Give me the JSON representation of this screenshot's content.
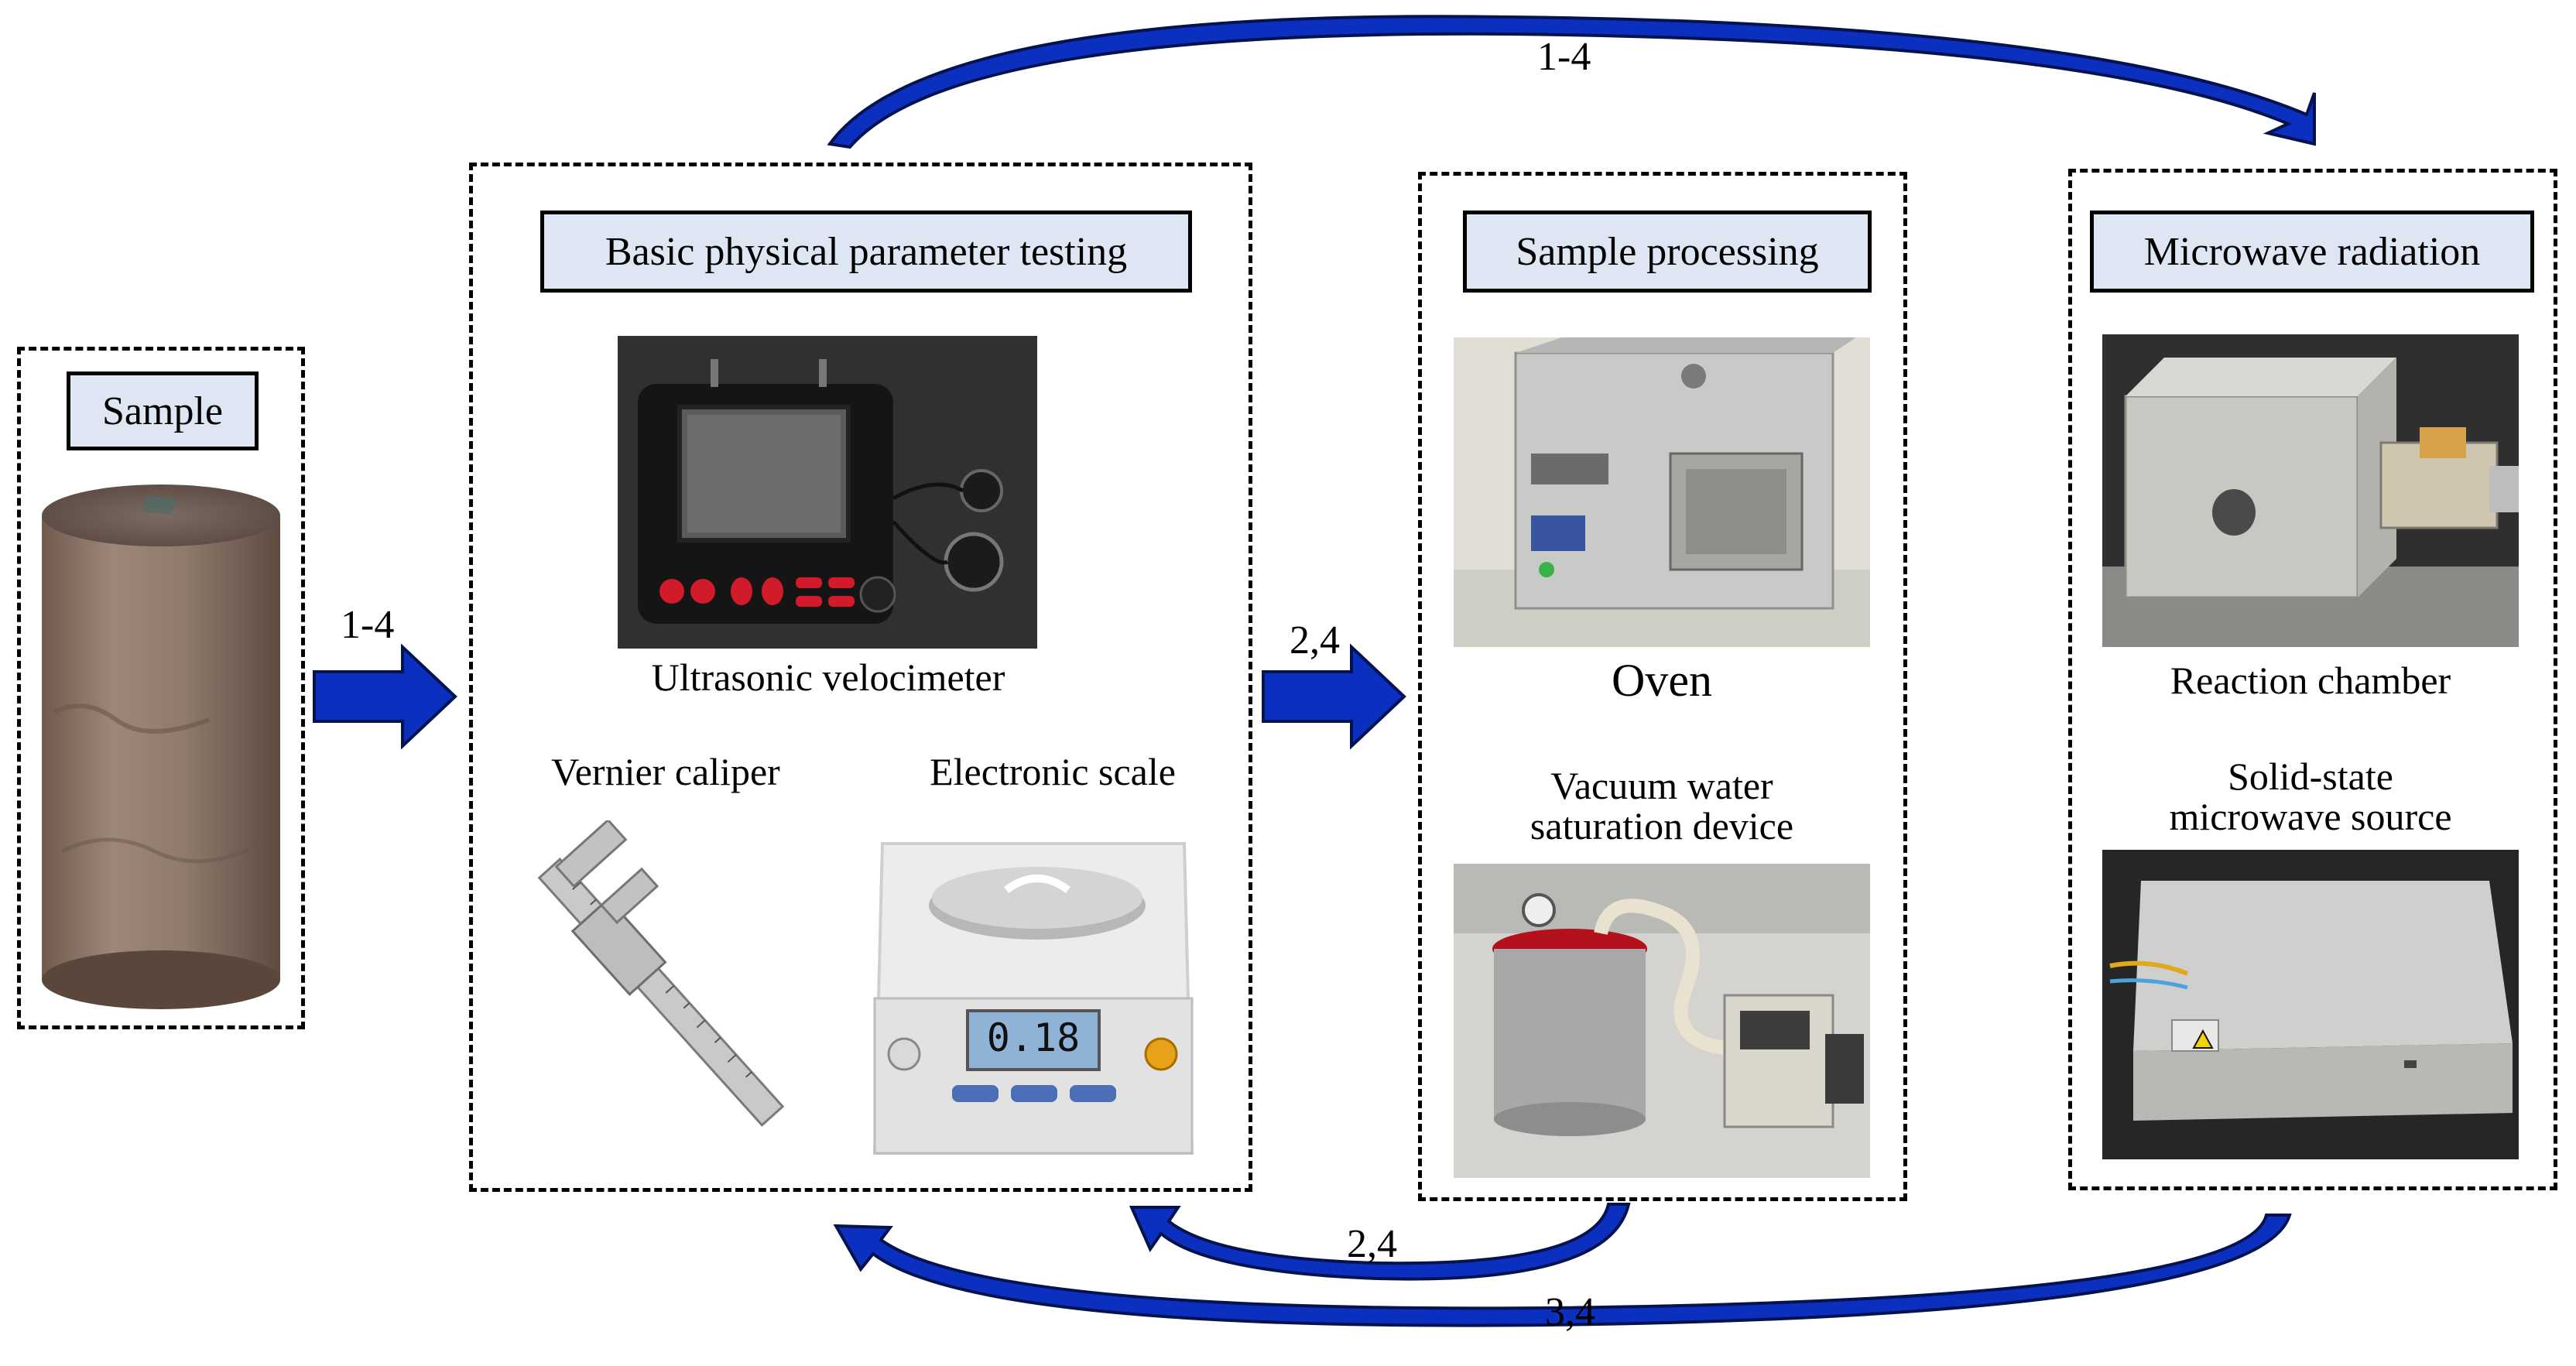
{
  "panels": {
    "sample": {
      "title": "Sample"
    },
    "basic": {
      "title": "Basic physical parameter testing",
      "ultrasonic": "Ultrasonic velocimeter",
      "caliper": "Vernier caliper",
      "scale": "Electronic scale",
      "scale_reading": "0.18"
    },
    "processing": {
      "title": "Sample processing",
      "oven": "Oven",
      "vacuum_line1": "Vacuum water",
      "vacuum_line2": "saturation device"
    },
    "microwave": {
      "title": "Microwave radiation",
      "chamber": "Reaction chamber",
      "source_line1": "Solid-state",
      "source_line2": "microwave source"
    }
  },
  "arrows": {
    "sample_to_basic": "1-4",
    "basic_to_processing": "2,4",
    "top_loop": "1-4",
    "processing_to_basic": "2,4",
    "microwave_to_basic": "3,4"
  },
  "colors": {
    "arrow_fill": "#0b2fbf",
    "arrow_stroke": "#04124d",
    "title_bg": "#dde6f2"
  }
}
